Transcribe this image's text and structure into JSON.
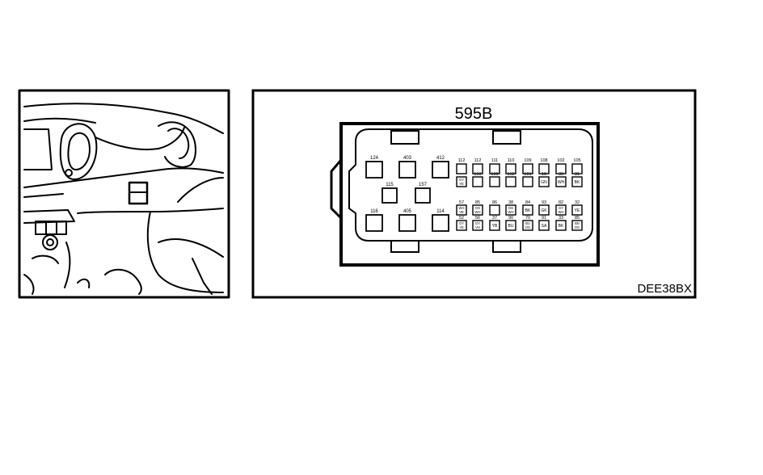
{
  "connector": {
    "name": "595B",
    "code": "DEE38BX",
    "large_terminals": {
      "top": [
        "124",
        "403",
        "412"
      ],
      "middle": [
        "115",
        "157"
      ],
      "bottom": [
        "116",
        "405",
        "114"
      ]
    },
    "small_terminals": {
      "row1_numbers": [
        "112",
        "112",
        "111",
        "110",
        "109",
        "108",
        "102",
        "105"
      ],
      "row2": [
        {
          "num": "",
          "wire": "GY\nYE"
        },
        {
          "num": "150",
          "wire": ""
        },
        {
          "num": "100",
          "wire": ""
        },
        {
          "num": "162",
          "wire": ""
        },
        {
          "num": "101",
          "wire": ""
        },
        {
          "num": "10",
          "wire": "GN"
        },
        {
          "num": "39",
          "wire": "WH"
        },
        {
          "num": "31",
          "wire": "BK"
        }
      ],
      "row3": [
        {
          "num": "57",
          "wire": "WH\nVE"
        },
        {
          "num": "85",
          "wire": "OG\nWH"
        },
        {
          "num": "86",
          "wire": ""
        },
        {
          "num": "38",
          "wire": "OG\nWH"
        },
        {
          "num": "84",
          "wire": "BK"
        },
        {
          "num": "93",
          "wire": "GK"
        },
        {
          "num": "82",
          "wire": "GY\nWH"
        },
        {
          "num": "32",
          "wire": "YE"
        }
      ],
      "row4": [
        {
          "num": "52",
          "wire": "GY\nYE"
        },
        {
          "num": "56",
          "wire": "GY\nVH"
        },
        {
          "num": "37",
          "wire": "YB"
        },
        {
          "num": "90",
          "wire": "BU"
        },
        {
          "num": "70",
          "wire": "BU\nOG"
        },
        {
          "num": "91",
          "wire": "SA"
        },
        {
          "num": "33",
          "wire": "BK"
        },
        {
          "num": "85",
          "wire": "BN\nOG"
        }
      ]
    }
  }
}
